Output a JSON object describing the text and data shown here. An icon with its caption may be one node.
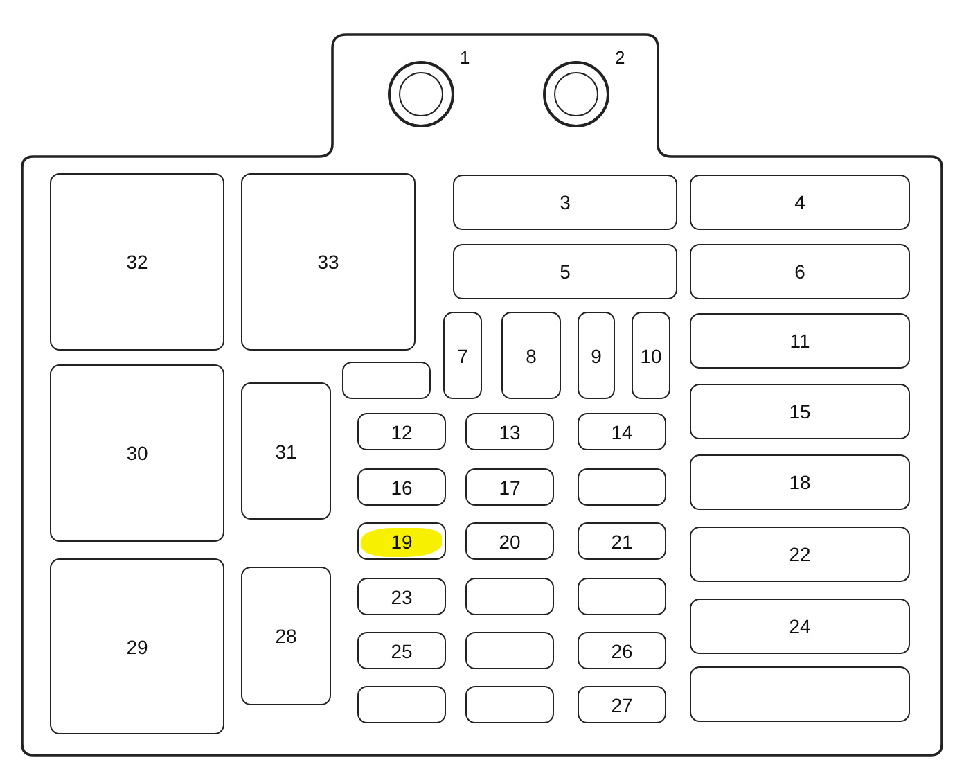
{
  "diagram": {
    "nodes": [
      {
        "text": [],
        "shape": "circle",
        "beside": [
          "1"
        ]
      },
      {
        "text": [],
        "shape": "circle",
        "beside": [
          "2"
        ]
      },
      {
        "text": [
          "32"
        ]
      },
      {
        "text": [
          "33"
        ]
      },
      {
        "text": [
          "3"
        ]
      },
      {
        "text": [
          "4"
        ]
      },
      {
        "text": [
          "5"
        ]
      },
      {
        "text": [
          "6"
        ]
      },
      {
        "text": [
          "7"
        ]
      },
      {
        "text": [
          "8"
        ]
      },
      {
        "text": [
          "9"
        ]
      },
      {
        "text": [
          "10"
        ]
      },
      {
        "text": [
          "11"
        ]
      },
      {
        "text": [],
        "shape": "box"
      },
      {
        "text": [
          "30"
        ]
      },
      {
        "text": [
          "31"
        ]
      },
      {
        "text": [
          "15"
        ]
      },
      {
        "text": [
          "12"
        ]
      },
      {
        "text": [
          "13"
        ]
      },
      {
        "text": [
          "14"
        ]
      },
      {
        "text": [
          "16"
        ]
      },
      {
        "text": [
          "17"
        ]
      },
      {
        "text": [],
        "shape": "box"
      },
      {
        "text": [
          "18"
        ]
      },
      {
        "text": [
          "19"
        ]
      },
      {
        "text": [
          "20"
        ]
      },
      {
        "text": [
          "21"
        ]
      },
      {
        "text": [
          "22"
        ]
      },
      {
        "text": [
          "29"
        ]
      },
      {
        "text": [
          "28"
        ]
      },
      {
        "text": [
          "23"
        ]
      },
      {
        "text": [],
        "shape": "box"
      },
      {
        "text": [],
        "shape": "box"
      },
      {
        "text": [
          "24"
        ]
      },
      {
        "text": [
          "25"
        ]
      },
      {
        "text": [],
        "shape": "box"
      },
      {
        "text": [
          "26"
        ]
      },
      {
        "text": [],
        "shape": "box"
      },
      {
        "text": [],
        "shape": "box"
      },
      {
        "text": [],
        "shape": "box"
      },
      {
        "text": [
          "27"
        ]
      }
    ]
  }
}
